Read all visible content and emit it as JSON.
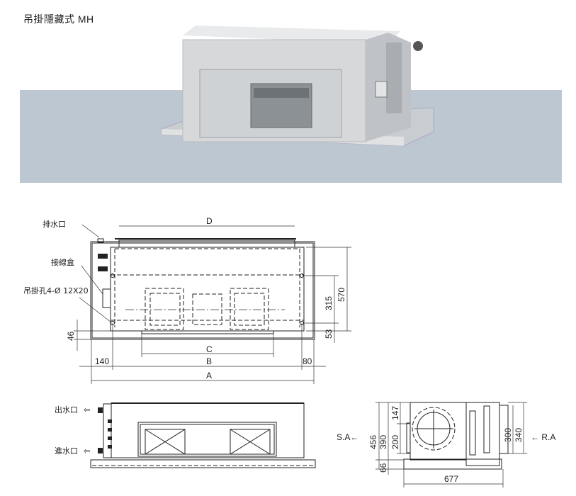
{
  "header": {
    "title": "吊掛隱藏式  MH"
  },
  "photo": {
    "band_color": "#bcc7d1"
  },
  "front_view": {
    "labels": {
      "drain": "排水口",
      "junction_box": "接線盒",
      "hanging_hole": "吊掛孔4-Ø 12X20"
    },
    "dims": {
      "D": "D",
      "C": "C",
      "B": "B",
      "A": "A",
      "left_offset": "140",
      "right_offset": "80",
      "bottom": "46",
      "hole_spacing": "315",
      "height": "570",
      "hole_bottom": "53"
    }
  },
  "bottom_view": {
    "labels": {
      "outlet": "出水口",
      "inlet": "進水口",
      "arrow": "⇦"
    }
  },
  "side_view": {
    "labels": {
      "supply": "S.A←",
      "return": "← R.A"
    },
    "dims": {
      "total_h": "456",
      "body_h": "390",
      "outlet_h": "200",
      "top_h": "147",
      "base_h": "66",
      "inlet_h": "300",
      "flange_h": "340",
      "depth": "677"
    }
  }
}
